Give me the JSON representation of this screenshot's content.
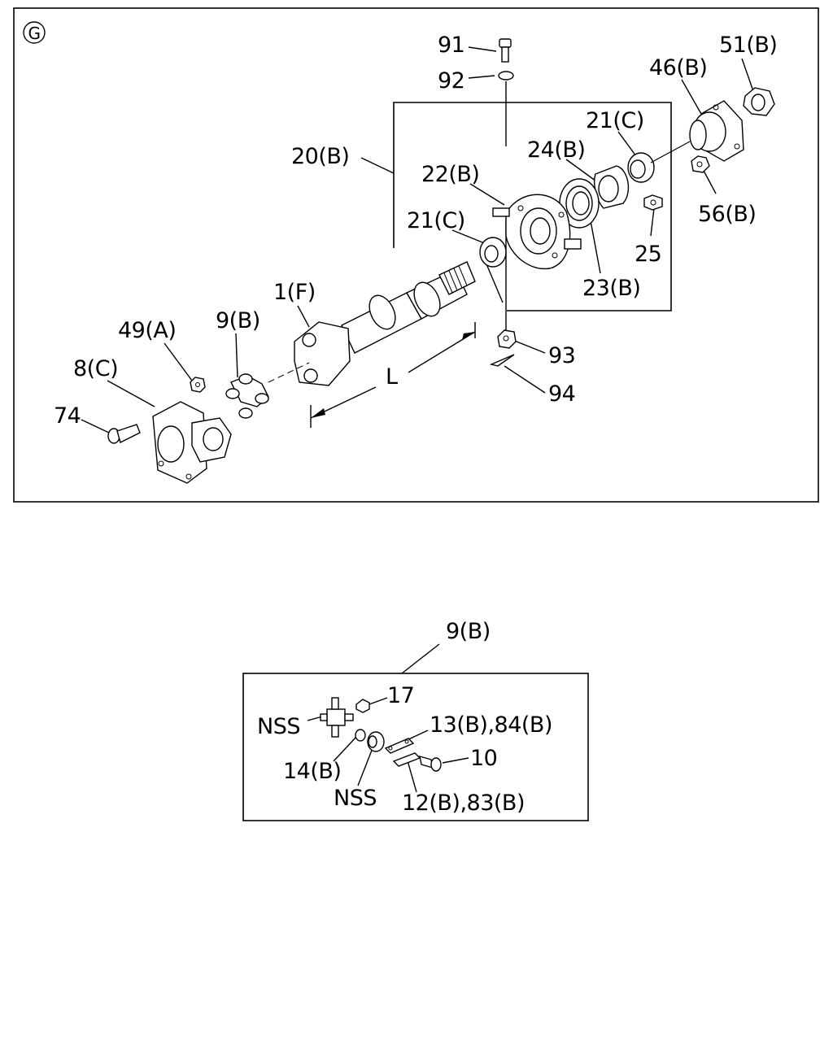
{
  "diagram": {
    "section_marker": "G",
    "labels": {
      "p91": "91",
      "p92": "92",
      "p51": "51(B)",
      "p46": "46(B)",
      "p21c_top": "21(C)",
      "p20": "20(B)",
      "p24": "24(B)",
      "p22": "22(B)",
      "p56": "56(B)",
      "p21c_mid": "21(C)",
      "p25": "25",
      "p23": "23(B)",
      "p1f": "1(F)",
      "p49": "49(A)",
      "p9b_top": "9(B)",
      "p93": "93",
      "p8c": "8(C)",
      "pL": "L",
      "p94": "94",
      "p74": "74"
    },
    "detail": {
      "title": "9(B)",
      "labels": {
        "p17": "17",
        "nss_cross": "NSS",
        "p13": "13(B),84(B)",
        "p10": "10",
        "p14": "14(B)",
        "nss_cap": "NSS",
        "p12": "12(B),83(B)"
      }
    }
  }
}
